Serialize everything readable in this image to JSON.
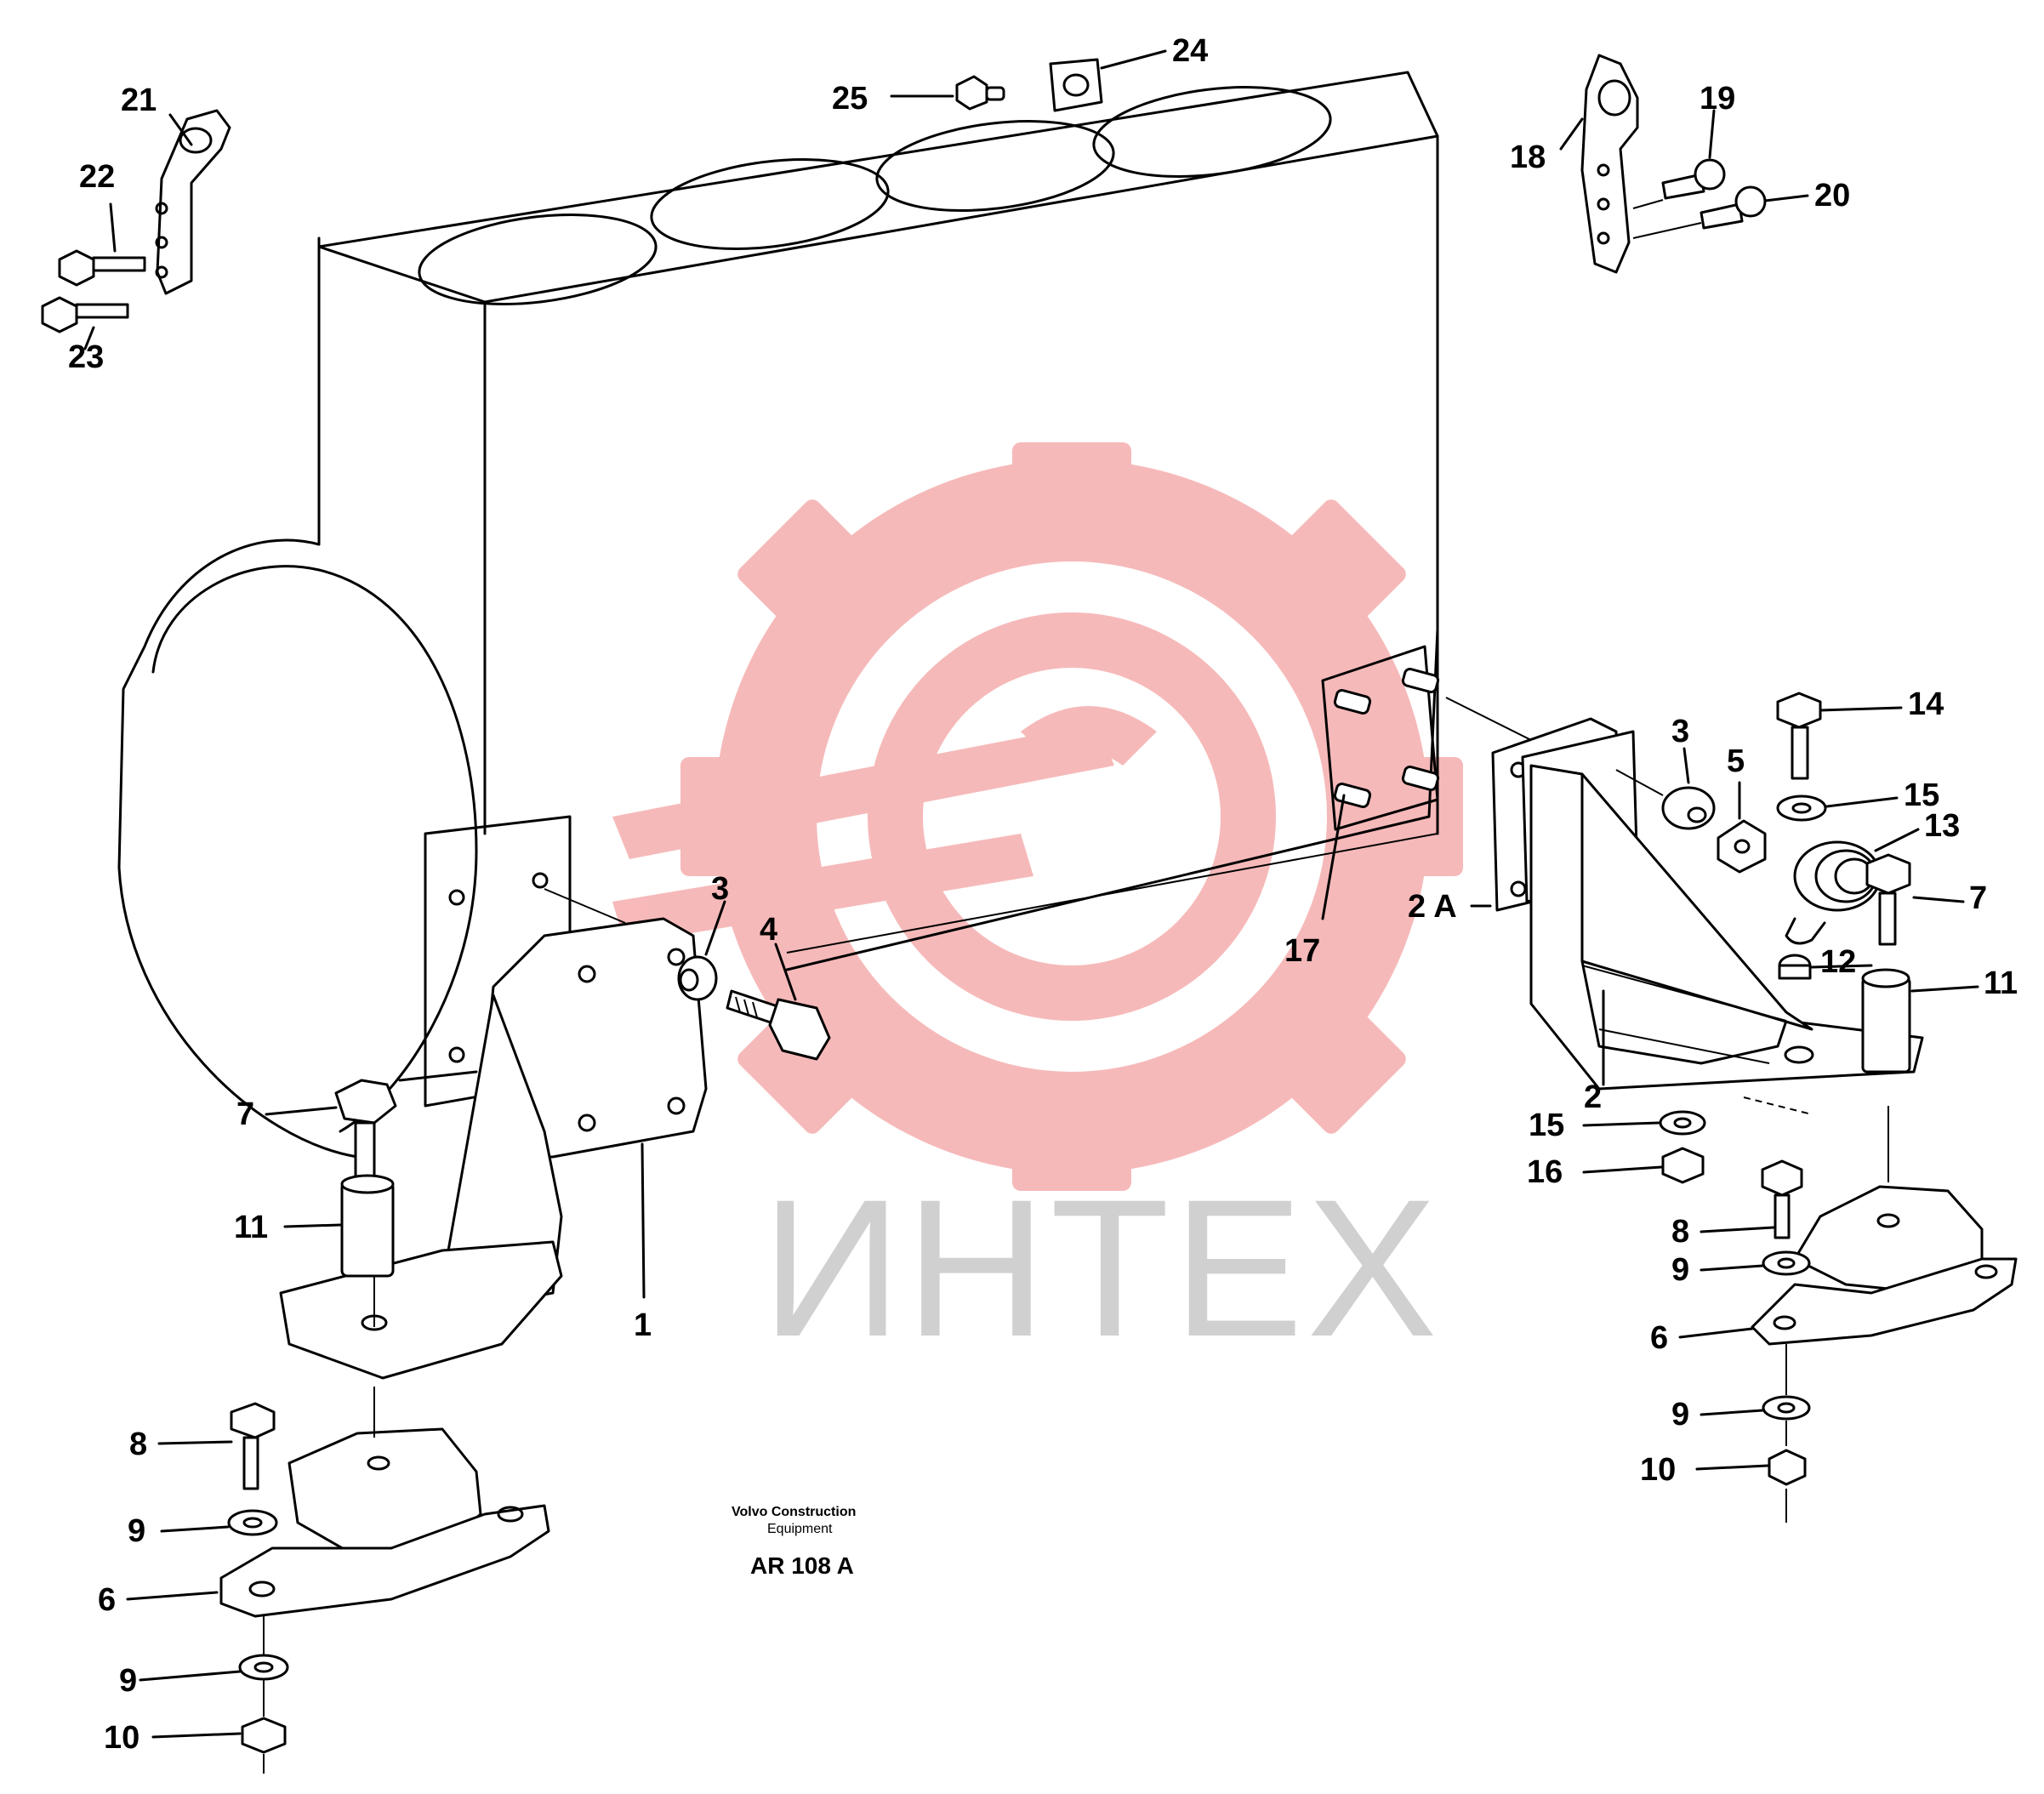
{
  "watermark": {
    "text": "ИНТЕХ",
    "logo_icon": "gear-wrench-logo-icon",
    "logo_color": "#f08080",
    "text_color": "#c8c8c8"
  },
  "caption": {
    "company_line1": "Volvo Construction",
    "company_line2": "Equipment",
    "figure_code": "AR 108 A"
  },
  "callouts": {
    "c1": "1",
    "c2": "2",
    "c2a": "2 A",
    "c3_left": "3",
    "c3_right": "3",
    "c4": "4",
    "c5": "5",
    "c6_left": "6",
    "c6_right": "6",
    "c7_left": "7",
    "c7_right": "7",
    "c8_left": "8",
    "c8_right": "8",
    "c9_left_a": "9",
    "c9_left_b": "9",
    "c9_right_a": "9",
    "c9_right_b": "9",
    "c10_left": "10",
    "c10_right": "10",
    "c11_left": "11",
    "c11_right": "11",
    "c12": "12",
    "c13": "13",
    "c14": "14",
    "c15_a": "15",
    "c15_b": "15",
    "c16": "16",
    "c17": "17",
    "c18": "18",
    "c19": "19",
    "c20": "20",
    "c21": "21",
    "c22": "22",
    "c23": "23",
    "c24": "24",
    "c25": "25"
  }
}
